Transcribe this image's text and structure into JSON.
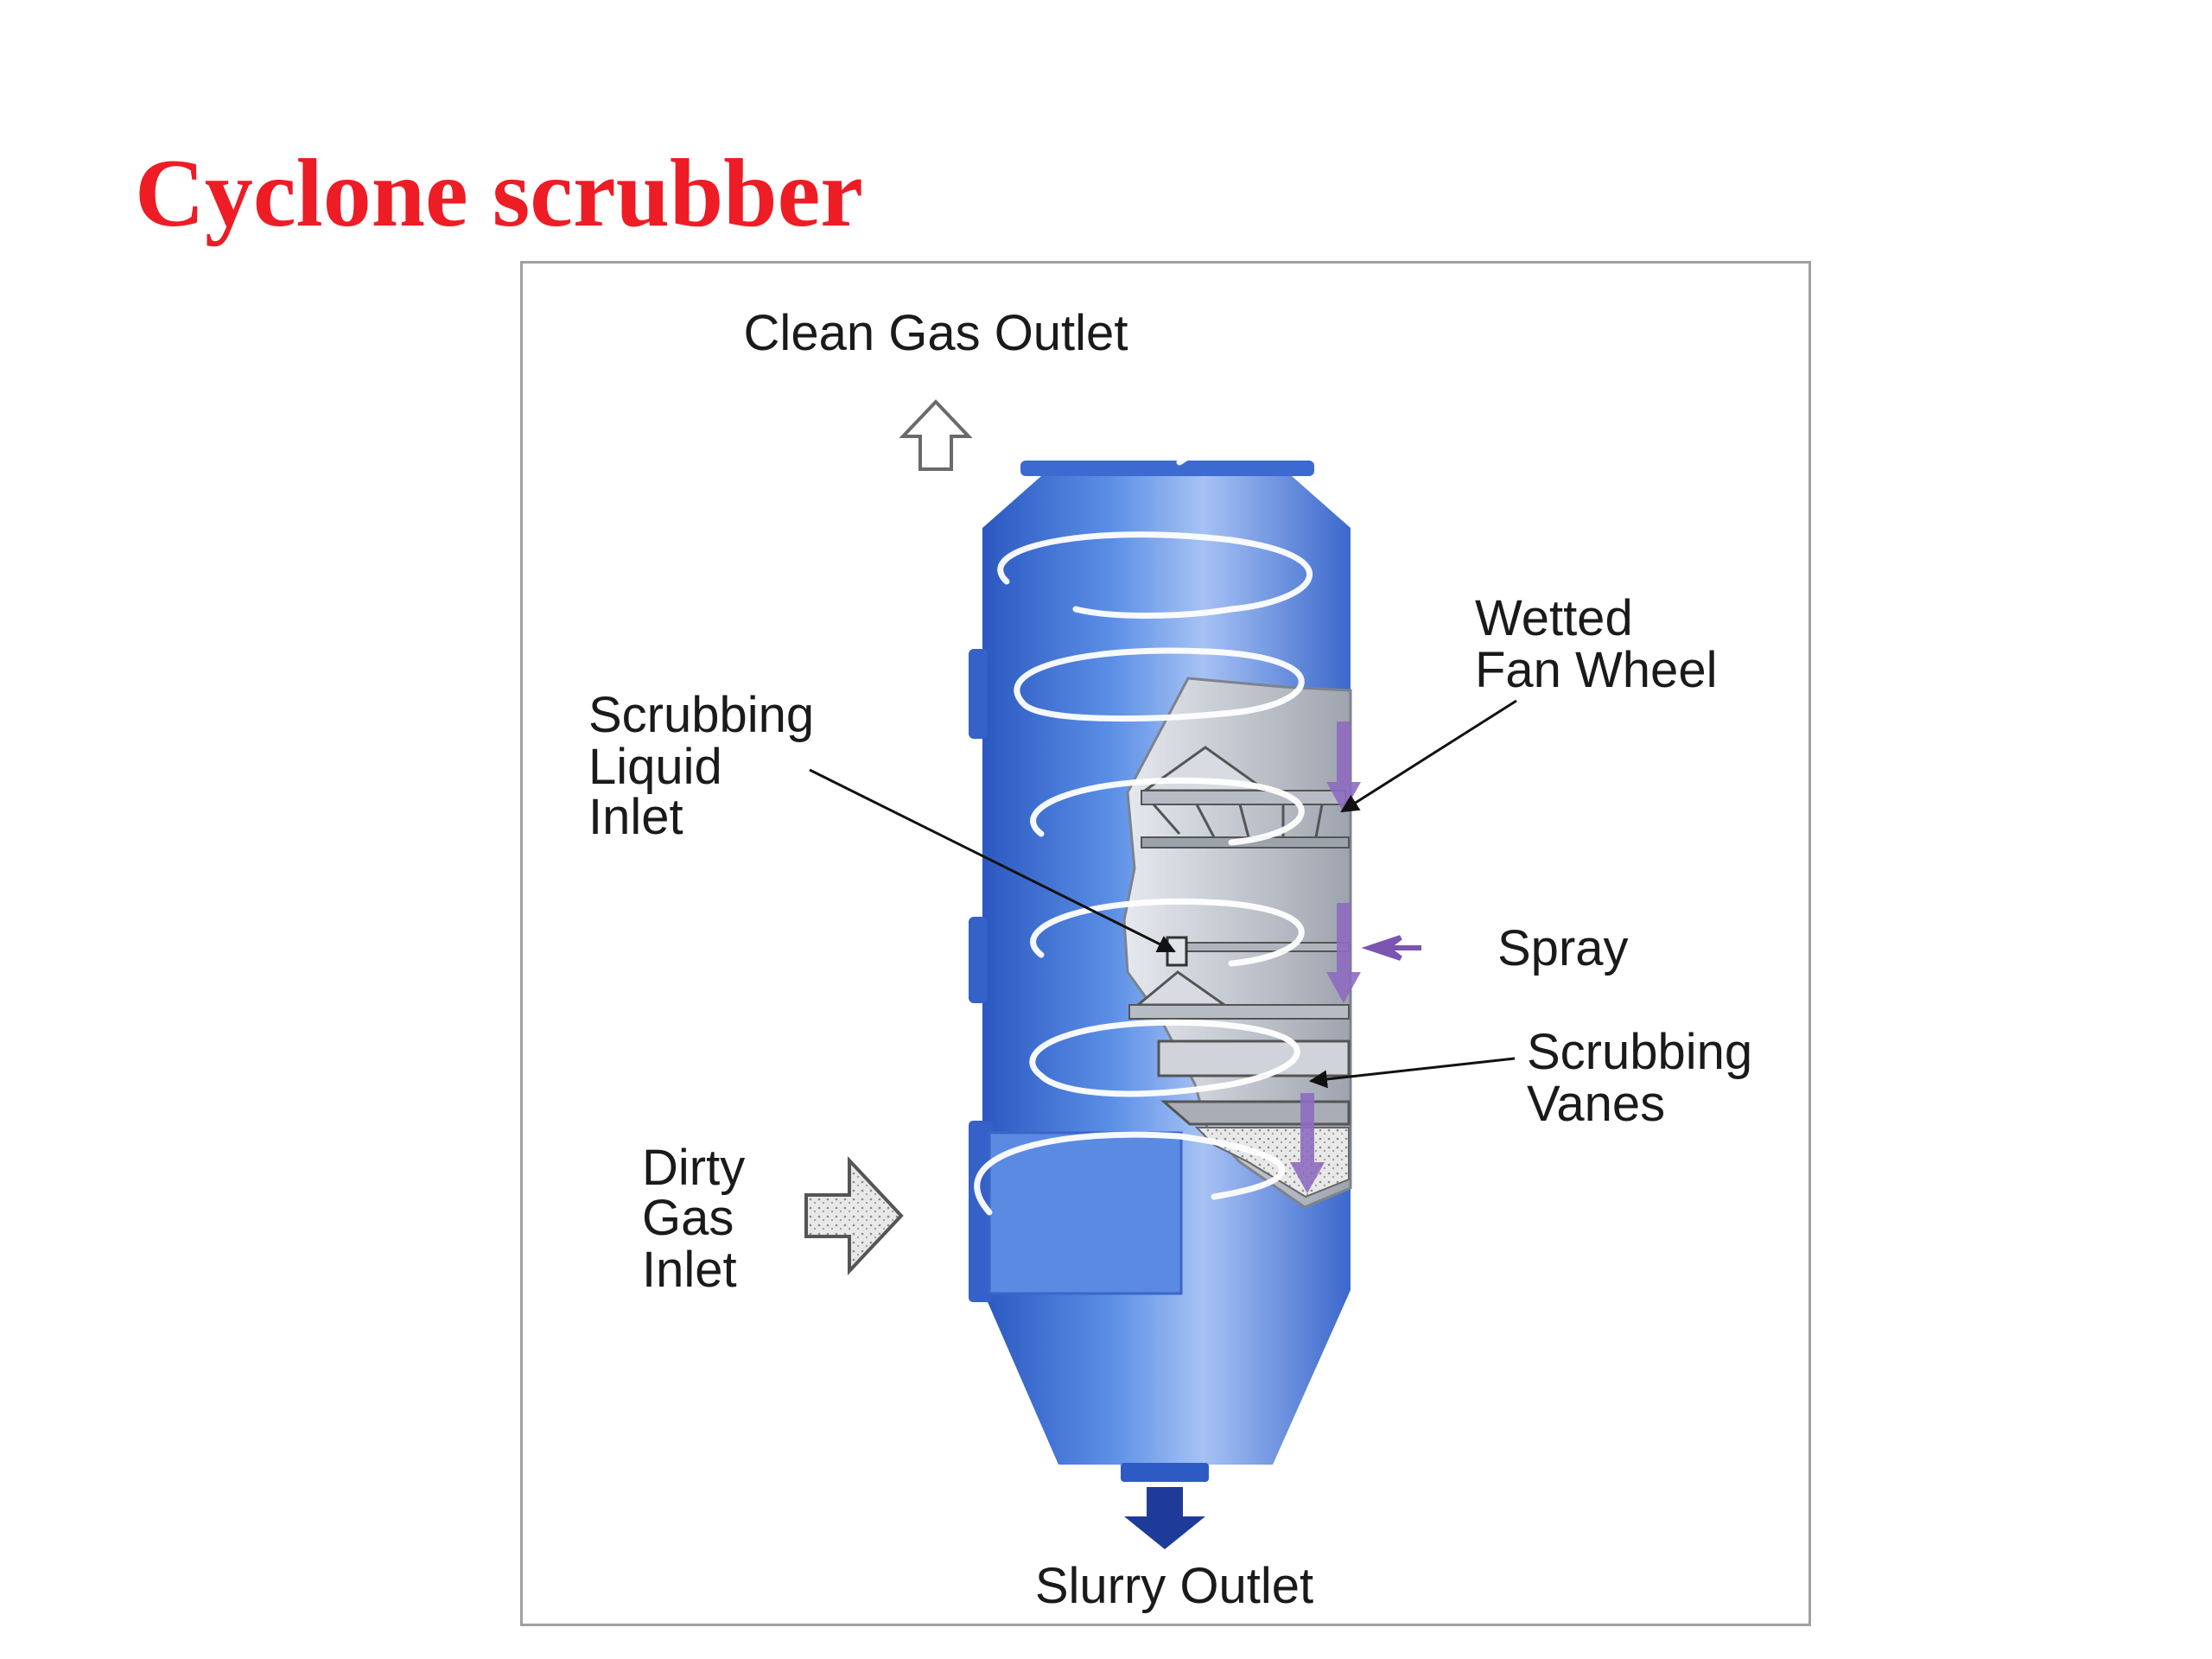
{
  "slide": {
    "title": "Cyclone scrubber"
  },
  "colors": {
    "title": "#ee1c25",
    "vessel": "#4a7fdc",
    "vessel_dark": "#2750b0",
    "vessel_light": "#a9c4f2",
    "interior": "#c9ced6",
    "spray_arrow": "#7b55b0",
    "slurry_arrow": "#1f3b9a"
  },
  "labels": {
    "clean_gas_outlet": "Clean Gas Outlet",
    "wetted_fan_wheel": [
      "Wetted",
      "Fan Wheel"
    ],
    "scrubbing_liquid_inlet": [
      "Scrubbing",
      "Liquid",
      "Inlet"
    ],
    "spray": "Spray",
    "scrubbing_vanes": [
      "Scrubbing",
      "Vanes"
    ],
    "dirty_gas_inlet": [
      "Dirty",
      "Gas",
      "Inlet"
    ],
    "slurry_outlet": "Slurry Outlet"
  }
}
